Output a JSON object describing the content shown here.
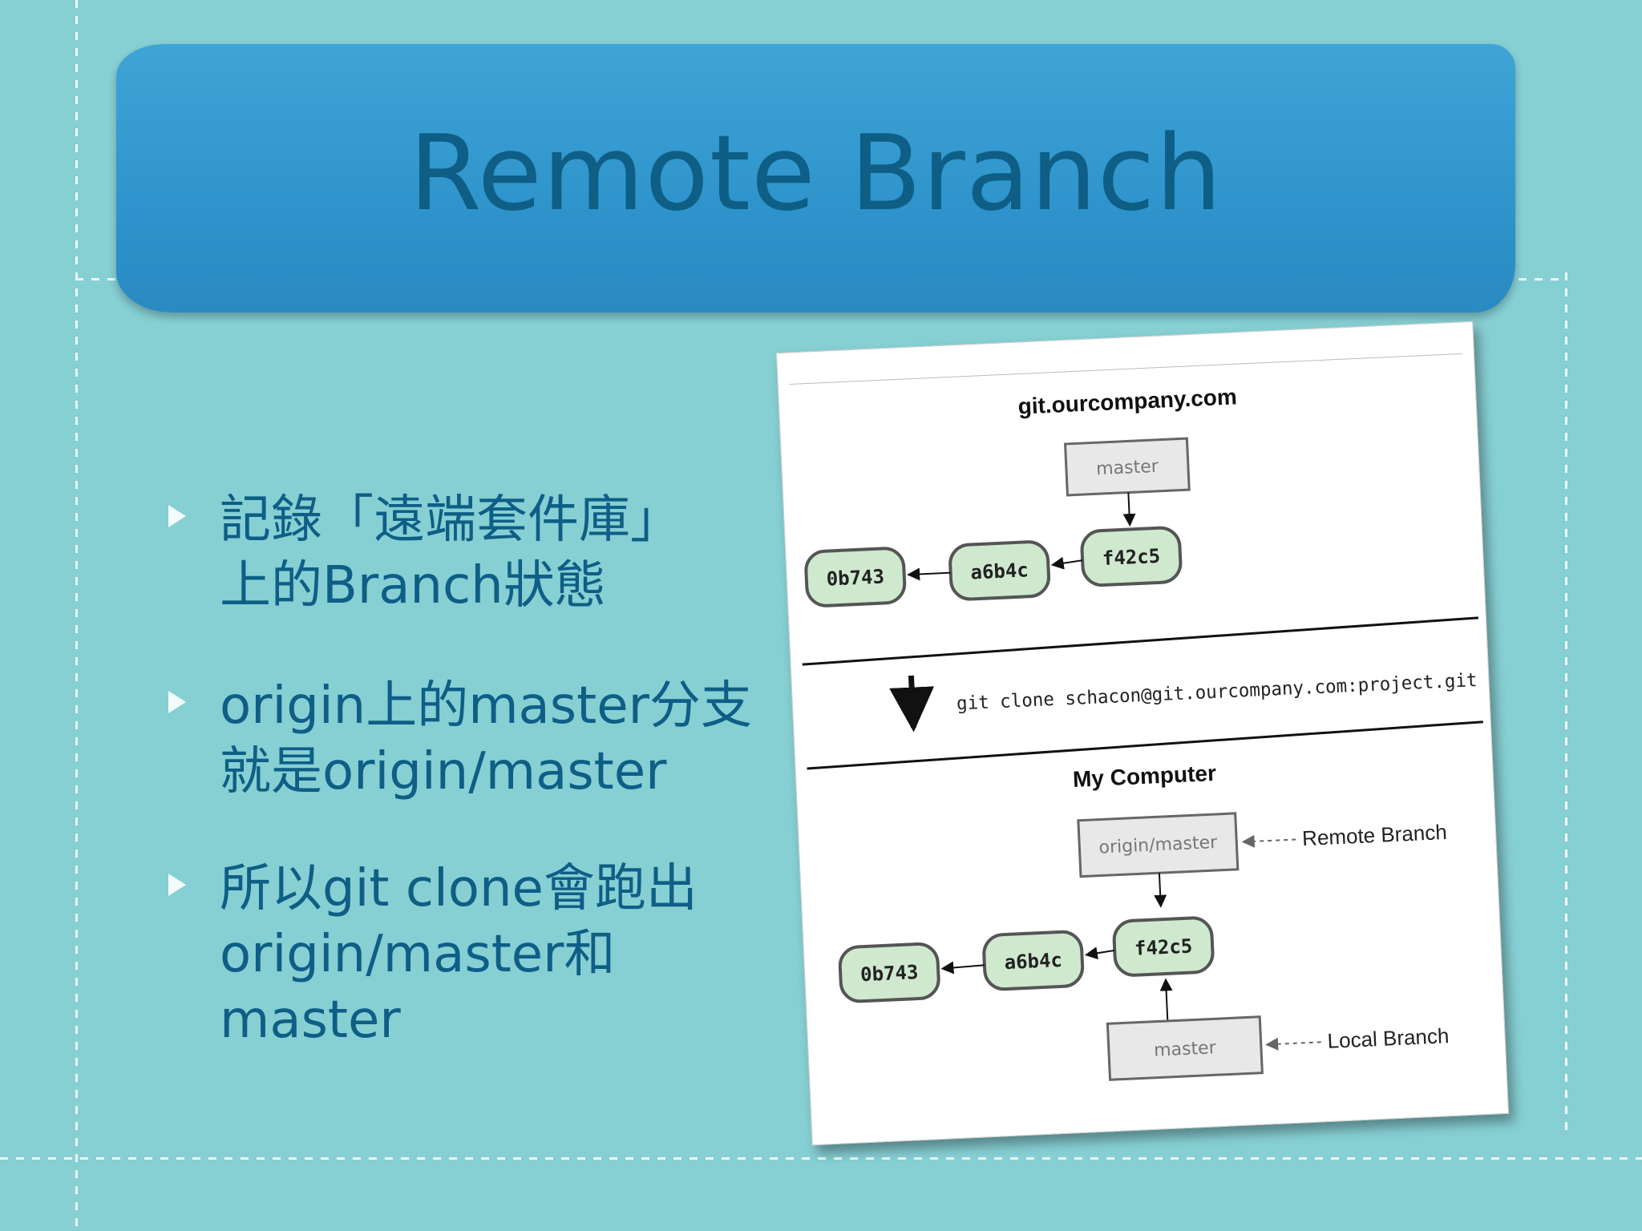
{
  "title": "Remote Branch",
  "bullets": [
    {
      "line1": "記錄「遠端套件庫」",
      "line2": "上的Branch狀態"
    },
    {
      "line1": "origin上的master分支",
      "line2": "就是origin/master"
    },
    {
      "line1": "所以git clone會跑出",
      "line2": "origin/master和master"
    }
  ],
  "diagram": {
    "server_label": "git.ourcompany.com",
    "server_master": "master",
    "commits_top": [
      "0b743",
      "a6b4c",
      "f42c5"
    ],
    "command": "git clone schacon@git.ourcompany.com:project.git",
    "local_label": "My Computer",
    "origin_master": "origin/master",
    "remote_branch_label": "Remote Branch",
    "commits_bottom": [
      "0b743",
      "a6b4c",
      "f42c5"
    ],
    "local_master": "master",
    "local_branch_label": "Local Branch"
  }
}
